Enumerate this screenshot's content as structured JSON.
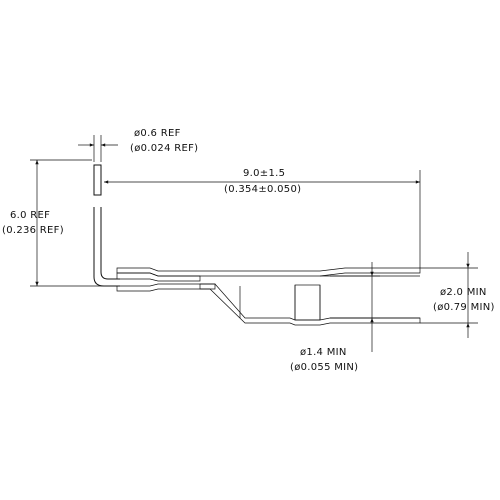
{
  "dimensions": {
    "wire_diameter": {
      "metric": "ø0.6 REF",
      "imperial": "(ø0.024 REF)"
    },
    "length": {
      "metric": "9.0±1.5",
      "imperial": "(0.354±0.050)"
    },
    "height": {
      "metric": "6.0 REF",
      "imperial": "(0.236 REF)"
    },
    "outer_diameter": {
      "metric": "ø2.0 MIN",
      "imperial": "(ø0.79 MIN)"
    },
    "inner_diameter": {
      "metric": "ø1.4 MIN",
      "imperial": "(ø0.055 MIN)"
    }
  },
  "colors": {
    "ink": "#111111",
    "background": "#ffffff"
  }
}
